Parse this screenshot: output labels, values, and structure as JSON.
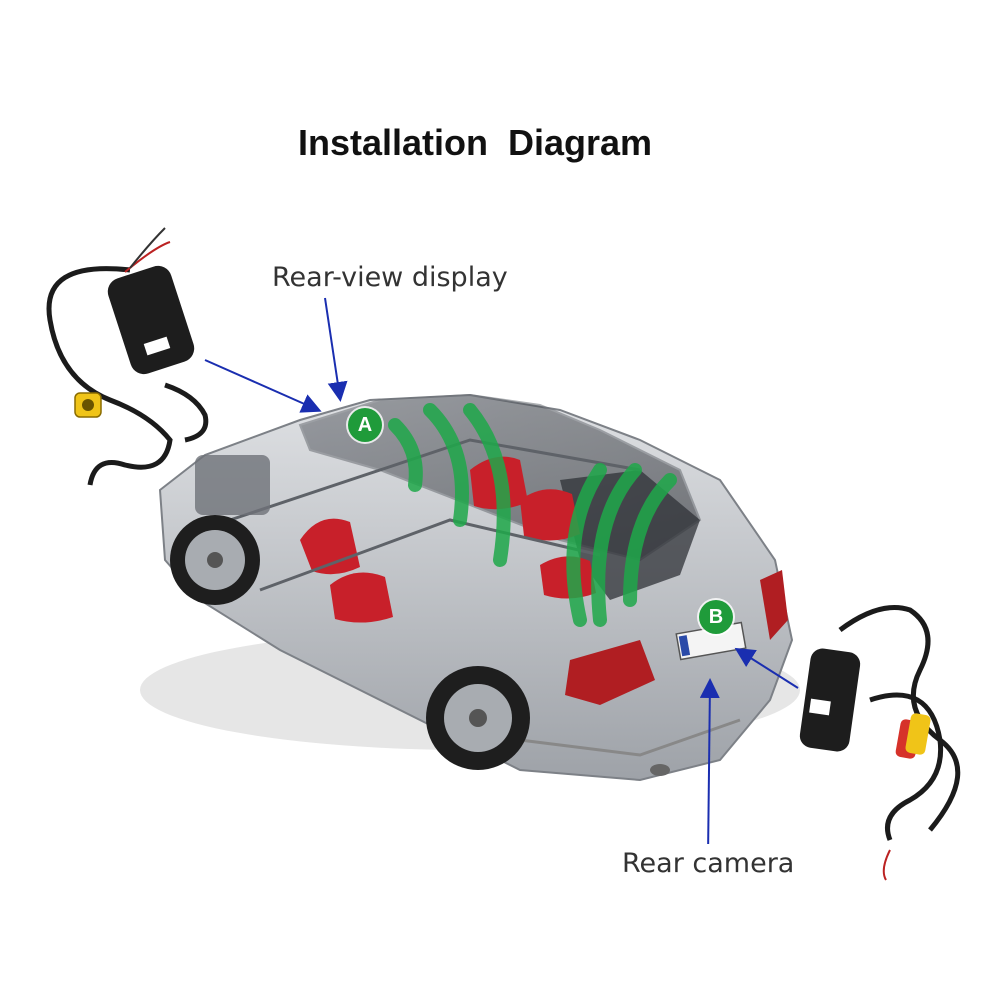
{
  "title": "Installation  Diagram",
  "labels": {
    "rear_view_display": "Rear-view display",
    "rear_camera": "Rear camera"
  },
  "markers": {
    "a": "A",
    "b": "B"
  },
  "colors": {
    "arrow": "#1a2eb0",
    "marker": "#1f9b3a",
    "signal": "#1fa84a",
    "car_body": "#b9bcc1",
    "seat": "#c8202a",
    "transmitter": "#1d1d1d",
    "rca_yellow": "#f0c418",
    "rca_red": "#d6322a"
  },
  "icons": [
    "wireless-receiver-icon",
    "wireless-transmitter-icon",
    "car-cutaway-icon",
    "signal-waves-icon"
  ]
}
